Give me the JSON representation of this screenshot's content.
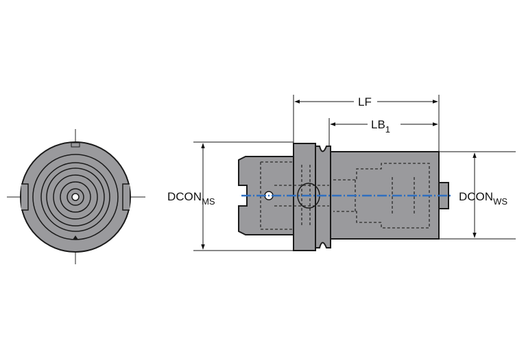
{
  "dimensions": {
    "lf": {
      "main": "LF",
      "sub": ""
    },
    "lb1": {
      "main": "LB",
      "sub": "1"
    },
    "dcon_ms": {
      "main": "DCON",
      "sub": "MS"
    },
    "dcon_ws": {
      "main": "DCON",
      "sub": "WS"
    }
  },
  "colors": {
    "body": "#9a9a9d",
    "outline": "#1a1a1a",
    "dashed": "#2a2a2a",
    "coolant": "#2f6fc0"
  }
}
